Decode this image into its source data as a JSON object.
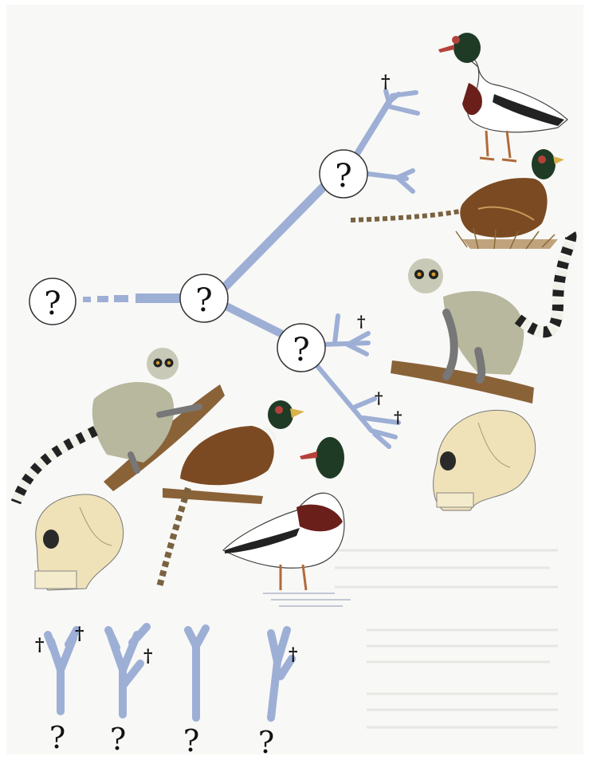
{
  "symbols": {
    "unknown_ancestor": "?",
    "extinct_mark": "†"
  },
  "colors": {
    "paper": "#f7f7f4",
    "branch": "#9eafd6",
    "branch_dark": "#8a9cc8",
    "node_fill": "#ffffff",
    "node_stroke": "#333333",
    "ink": "#111111"
  },
  "illustrations": [
    "duck-walking",
    "pheasant-on-nest",
    "lemur-on-branch-right",
    "skull-right",
    "lemur-on-branch-left",
    "pheasant-on-branch",
    "duck-in-water",
    "skull-left"
  ]
}
